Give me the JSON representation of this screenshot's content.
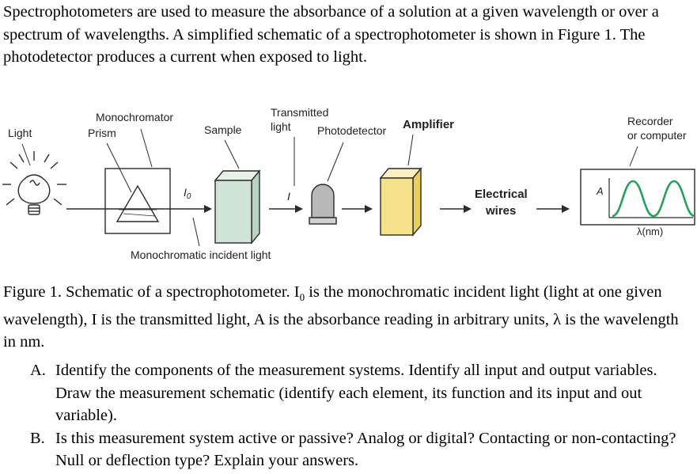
{
  "intro": {
    "text": "Spectrophotometers are used to measure the absorbance of a solution at a given wavelength or over a spectrum of wavelengths.   A simplified schematic of a spectrophotometer is shown in Figure 1.   The photodetector produces a current when exposed to light."
  },
  "diagram": {
    "labels": {
      "light": "Light",
      "monochromator": "Monochromator",
      "prism": "Prism",
      "sample": "Sample",
      "transmitted_line1": "Transmitted",
      "transmitted_line2": "light",
      "photodetector": "Photodetector",
      "amplifier": "Amplifier",
      "recorder_line1": "Recorder",
      "recorder_line2": "or computer",
      "i0": "I",
      "i0_sub": "0",
      "i": "I",
      "electrical_line1": "Electrical",
      "electrical_line2": "wires",
      "axis_a": "A",
      "axis_lambda": "λ(nm)",
      "mono_incident": "Monochromatic incident light"
    },
    "colors": {
      "sample_fill": "#cfe3d6",
      "detector_fill": "#b8b8b8",
      "amplifier_fill": "#f6e28a",
      "wave_stroke": "#25a35a",
      "stroke": "#2b2b2b"
    }
  },
  "caption": {
    "prefix": "Figure 1. Schematic of a spectrophotometer.  I",
    "sub": "0",
    "rest": " is the monochromatic incident light (light at one given wavelength), I is the transmitted light, A is the absorbance reading in arbitrary units, λ is the wavelength in nm."
  },
  "questions": [
    {
      "letter": "A.",
      "text": "Identify the components of the measurement systems.  Identify all input and output variables.  Draw the measurement schematic (identify each element, its function and its input and out variable)."
    },
    {
      "letter": "B.",
      "text": "Is this measurement system active or passive?  Analog or digital?  Contacting or non-contacting?  Null or deflection type?  Explain your answers."
    }
  ]
}
